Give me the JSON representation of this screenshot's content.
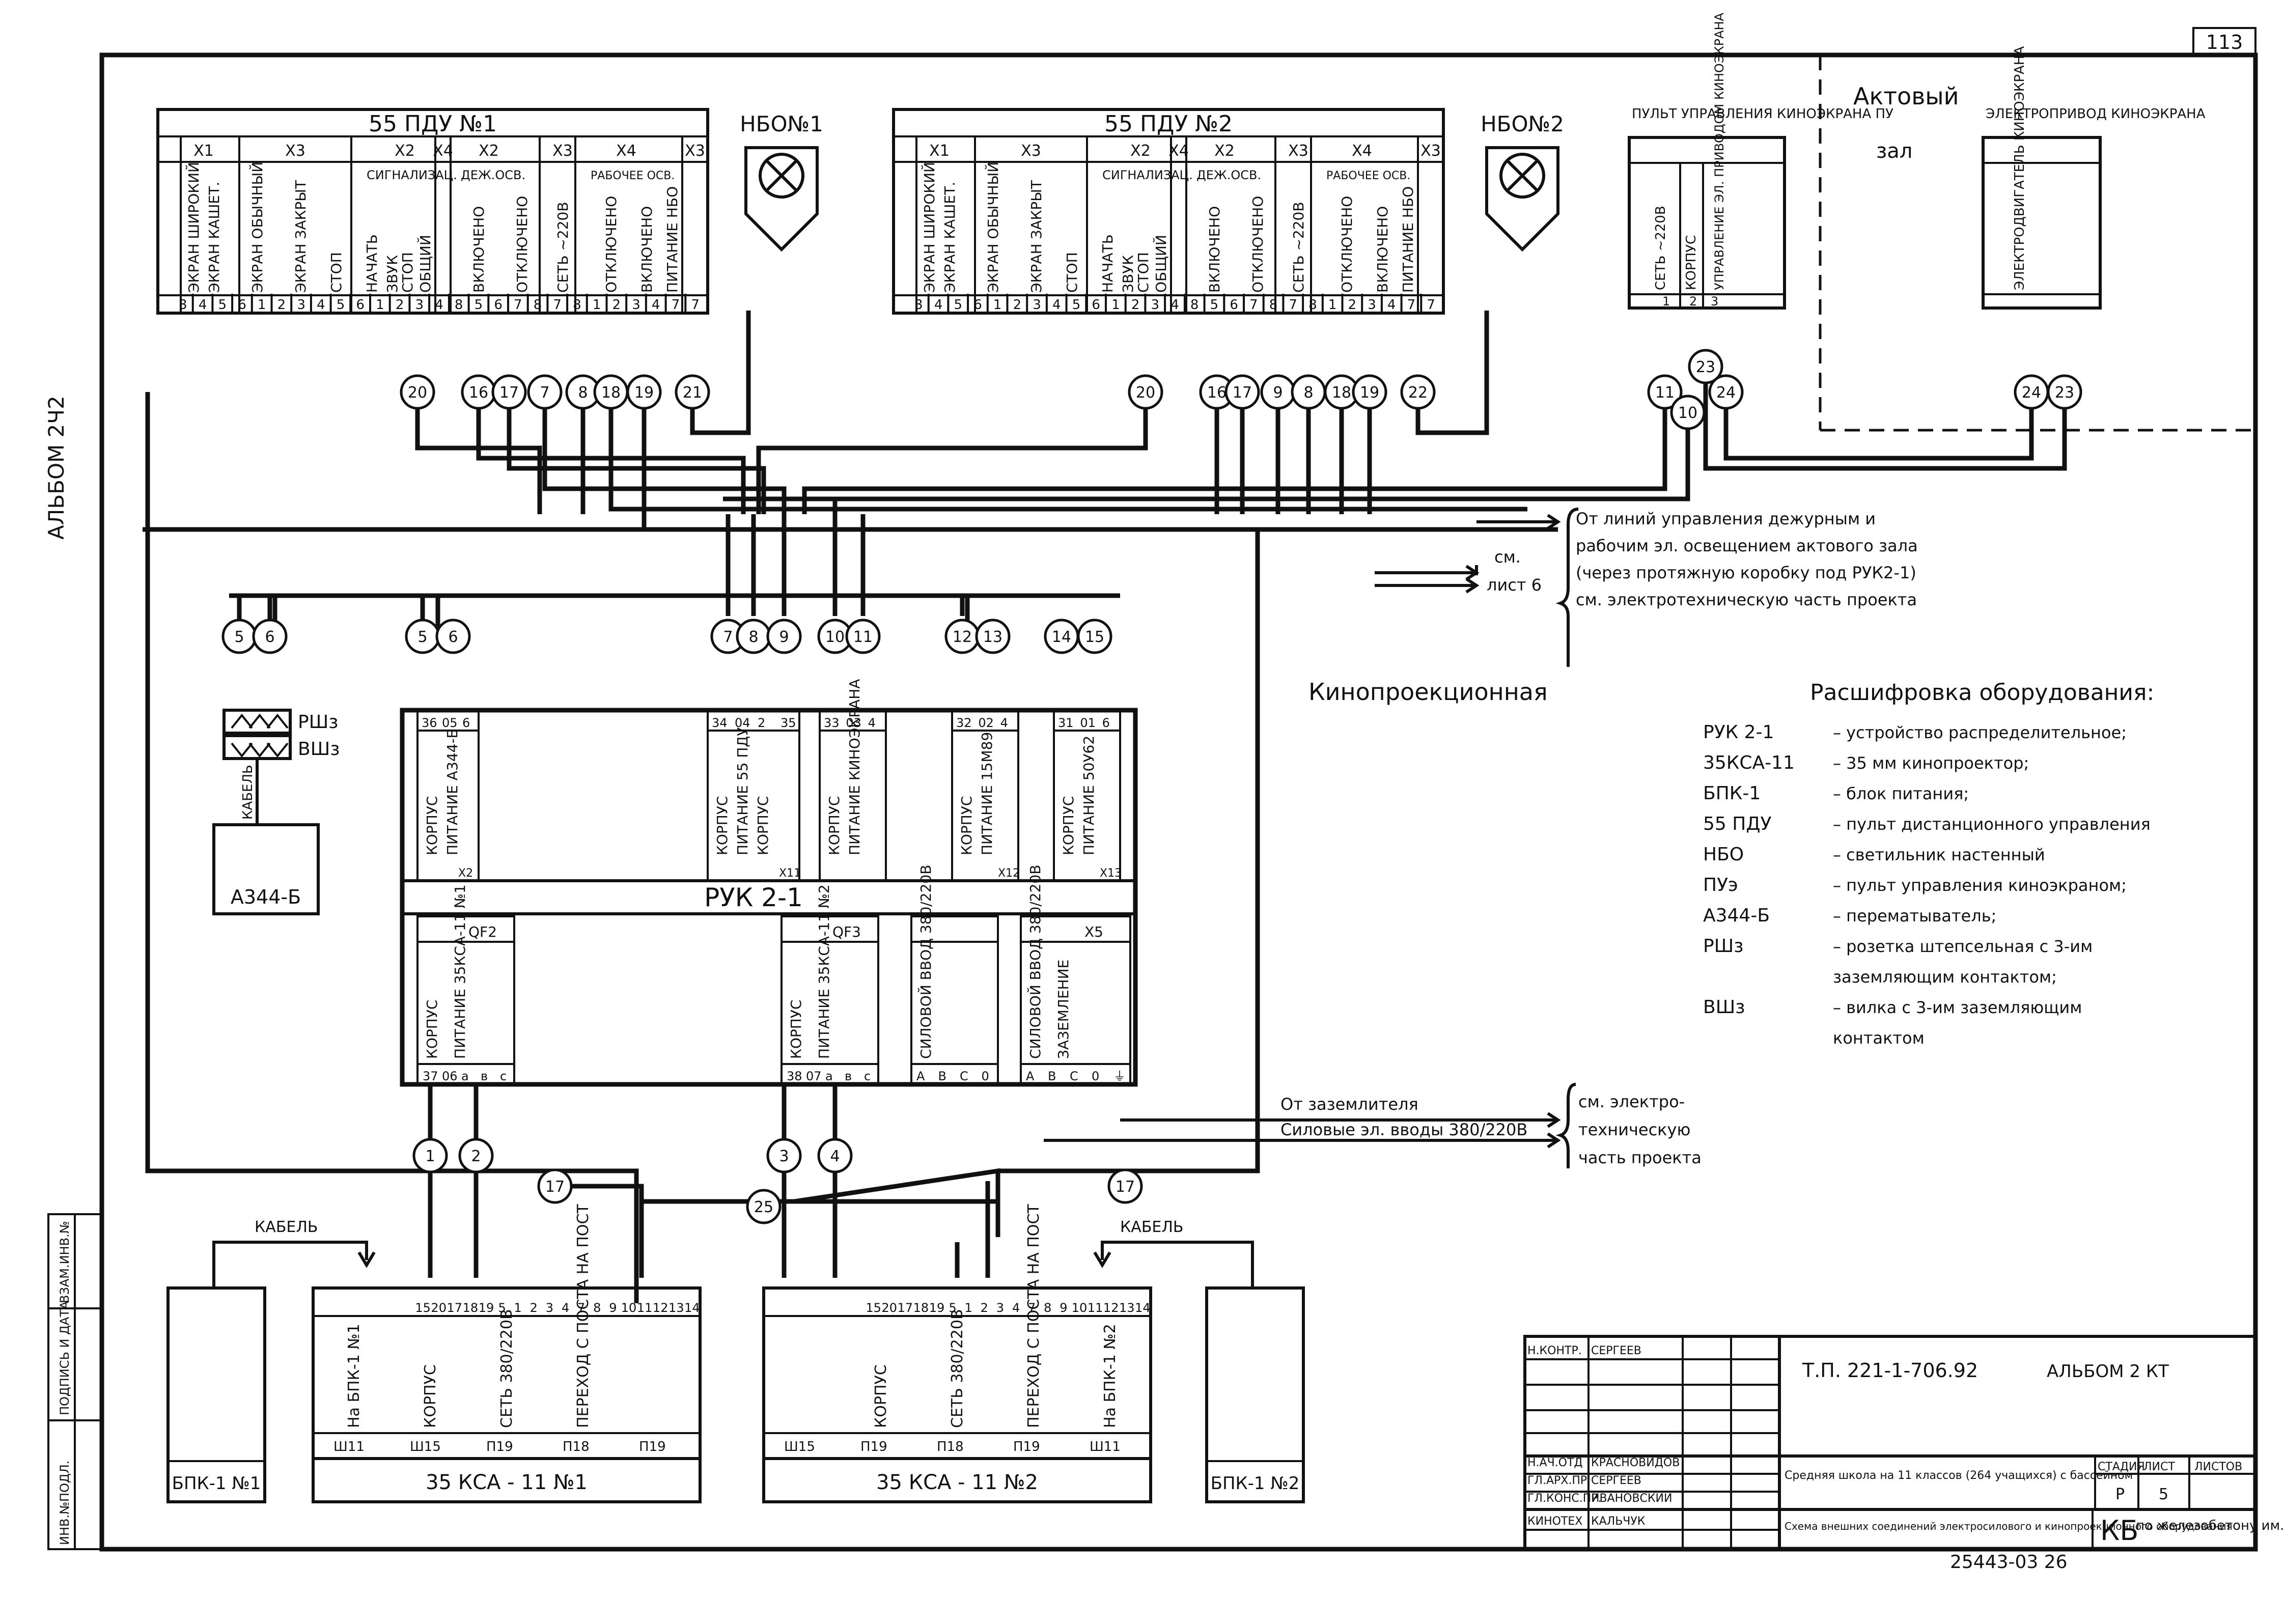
{
  "sheet": {
    "page_number": "113",
    "album_side": "АЛЬБОМ 2Ч2",
    "stamp_rows": [
      "ИНВ.№ПОДЛ.",
      "ПОДПИСЬ И ДАТА",
      "ВЗАМ.ИНВ.№"
    ],
    "bottom_id": "25443-03  26"
  },
  "pdu1": {
    "title": "55 ПДУ №1",
    "groups": [
      "X1",
      "X3",
      "X2",
      "X4",
      "X2",
      "X3",
      "X4",
      "X3"
    ],
    "sub_sig": "СИГНАЛИЗАЦ.",
    "sub_dej": "ДЕЖ.ОСВ.",
    "sub_rab": "РАБОЧЕЕ ОСВ.",
    "cols": [
      "ЭКРАН ШИРОКИЙ",
      "ЭКРАН КАШЕТ.",
      "ЭКРАН ОБЫЧНЫЙ",
      "ЭКРАН ЗАКРЫТ",
      "СТОП",
      "НАЧАТЬ",
      "ЗВУК",
      "СТОП",
      "ОБЩИЙ",
      "ВКЛЮЧЕНО",
      "ОТКЛЮЧЕНО",
      "СЕТЬ ~220В",
      "ОТКЛЮЧЕНО",
      "ВКЛЮЧЕНО",
      "ПИТАНИЕ НБО"
    ],
    "pins": [
      "3",
      "4",
      "5",
      "6",
      "1",
      "2",
      "3",
      "4",
      "5",
      "6",
      "1",
      "2",
      "3",
      "4",
      "8",
      "5",
      "6",
      "7",
      "8",
      "7",
      "8",
      "1",
      "2",
      "3",
      "4",
      "7",
      "7"
    ]
  },
  "pdu2": {
    "title": "55 ПДУ №2",
    "groups": [
      "X1",
      "X3",
      "X2",
      "X4",
      "X2",
      "X3",
      "X4",
      "X3"
    ],
    "sub_sig": "СИГНАЛИЗАЦ.",
    "sub_dej": "ДЕЖ.ОСВ.",
    "sub_rab": "РАБОЧЕЕ ОСВ.",
    "cols": [
      "ЭКРАН ШИРОКИЙ",
      "ЭКРАН КАШЕТ.",
      "ЭКРАН ОБЫЧНЫЙ",
      "ЭКРАН ЗАКРЫТ",
      "СТОП",
      "НАЧАТЬ",
      "ЗВУК",
      "СТОП",
      "ОБЩИЙ",
      "ВКЛЮЧЕНО",
      "ОТКЛЮЧЕНО",
      "СЕТЬ ~220В",
      "ОТКЛЮЧЕНО",
      "ВКЛЮЧЕНО",
      "ПИТАНИЕ НБО"
    ],
    "pins": [
      "3",
      "4",
      "5",
      "6",
      "1",
      "2",
      "3",
      "4",
      "5",
      "6",
      "1",
      "2",
      "3",
      "4",
      "8",
      "5",
      "6",
      "7",
      "8",
      "7",
      "8",
      "1",
      "2",
      "3",
      "4",
      "7",
      "7"
    ]
  },
  "nbo1": "НБО№1",
  "nbo2": "НБО№2",
  "pu_screen": {
    "title": "ПУЛЬТ УПРАВЛЕНИЯ КИНОЭКРАНА ПУ",
    "cols": [
      "СЕТЬ ~220В",
      "КОРПУС",
      "УПРАВЛЕНИЕ ЭЛ. ПРИВОДОМ КИНОЭКРАНА"
    ],
    "pins": [
      "1",
      "2",
      "3"
    ]
  },
  "hall": {
    "title": "Актовый",
    "subtitle": "зал"
  },
  "drive": {
    "title": "ЭЛЕКТРОПРИВОД КИНОЭКРАНА",
    "col": "ЭЛЕКТРОДВИГАТЕЛЬ КИНОЭКРАНА"
  },
  "wire_labels": [
    "20",
    "16",
    "17",
    "7",
    "8",
    "18",
    "19",
    "21",
    "20",
    "16",
    "17",
    "9",
    "8",
    "18",
    "19",
    "22",
    "11",
    "10",
    "23",
    "24",
    "24",
    "23",
    "5",
    "6",
    "5",
    "6",
    "7",
    "8",
    "9",
    "10",
    "11",
    "12",
    "13",
    "14",
    "15",
    "1",
    "2",
    "3",
    "4",
    "17",
    "25",
    "17"
  ],
  "notes": {
    "line1": "От линий управления дежурным и",
    "line2": "рабочим эл. освещением актового зала",
    "line3": "(через протяжную коробку под РУК2-1)",
    "line4": "см. электротехническую часть проекта",
    "see": "см.",
    "sheet6": "лист 6",
    "ground": "От заземлителя",
    "power": "Силовые эл. вводы 380/220В",
    "see_el1": "см. электро-",
    "see_el2": "техническую",
    "see_el3": "часть проекта"
  },
  "room": "Кинопроекционная",
  "ruk": {
    "title": "РУК 2-1",
    "top_blocks": [
      {
        "cols": [
          "КОРПУС",
          "ПИТАНИЕ А344-Б"
        ],
        "pins": [
          "36",
          "05",
          "6"
        ],
        "conn": "X2"
      },
      {
        "cols": [
          "КОРПУС",
          "ПИТАНИЕ 55 ПДУ",
          "КОРПУС"
        ],
        "pins": [
          "34",
          "04",
          "2",
          "35"
        ],
        "conn": "X11"
      },
      {
        "cols": [
          "КОРПУС",
          "ПИТАНИЕ КИНОЭКРАНА"
        ],
        "pins": [
          "33",
          "03",
          "4"
        ],
        "conn": ""
      },
      {
        "cols": [
          "КОРПУС",
          "ПИТАНИЕ 15М89"
        ],
        "pins": [
          "32",
          "02",
          "4"
        ],
        "conn": "X12"
      },
      {
        "cols": [
          "КОРПУС",
          "ПИТАНИЕ 50У62"
        ],
        "pins": [
          "31",
          "01",
          "6"
        ],
        "conn": "X13"
      }
    ],
    "bottom_blocks": [
      {
        "head": "QF2",
        "cols": [
          "КОРПУС",
          "ПИТАНИЕ 35КСА-11 №1"
        ],
        "pins": [
          "37",
          "06",
          "a",
          "в",
          "с"
        ]
      },
      {
        "head": "QF3",
        "cols": [
          "КОРПУС",
          "ПИТАНИЕ 35КСА-11 №2"
        ],
        "pins": [
          "38",
          "07",
          "a",
          "в",
          "с"
        ]
      },
      {
        "head": "",
        "cols": [
          "СИЛОВОЙ ВВОД 380/220В"
        ],
        "pins": [
          "А",
          "В",
          "С",
          "0"
        ]
      },
      {
        "head": "X5",
        "cols": [
          "СИЛОВОЙ ВВОД 380/220В",
          "ЗАЗЕМЛЕНИЕ"
        ],
        "pins": [
          "А",
          "В",
          "С",
          "0",
          "⏚"
        ]
      }
    ]
  },
  "rsh": "РШз",
  "vsh": "ВШз",
  "cable": "КАБЕЛЬ",
  "a344": "А344-Б",
  "legend": {
    "title": "Расшифровка оборудования:",
    "items": [
      {
        "k": "РУК 2-1",
        "v": "– устройство распределительное;"
      },
      {
        "k": "35КСА-11",
        "v": "– 35 мм кинопроектор;"
      },
      {
        "k": "БПК-1",
        "v": "– блок питания;"
      },
      {
        "k": "55 ПДУ",
        "v": "– пульт дистанционного управления"
      },
      {
        "k": "НБО",
        "v": "– светильник настенный"
      },
      {
        "k": "ПУэ",
        "v": "– пульт управления киноэкраном;"
      },
      {
        "k": "А344-Б",
        "v": "– перематыватель;"
      },
      {
        "k": "РШз",
        "v": "– розетка штепсельная с 3-им"
      },
      {
        "k": "",
        "v": "заземляющим контактом;"
      },
      {
        "k": "ВШз",
        "v": "– вилка с 3-им заземляющим"
      },
      {
        "k": "",
        "v": "контактом"
      }
    ]
  },
  "proj1": {
    "title": "35 КСА - 11 №1",
    "pins": [
      "15",
      "20",
      "17",
      "18",
      "19",
      "5",
      "1",
      "2",
      "3",
      "4",
      "7",
      "8",
      "9",
      "10",
      "11",
      "12",
      "13",
      "14"
    ],
    "cols": [
      "КОРПУС",
      "СЕТЬ 380/220В",
      "ПЕРЕХОД С ПОСТА НА ПОСТ"
    ],
    "conns": [
      "Ш11",
      "Ш15",
      "П19",
      "П18",
      "П19"
    ],
    "bpk_link": "На БПК-1 №1"
  },
  "proj2": {
    "title": "35 КСА - 11 №2",
    "pins": [
      "15",
      "20",
      "17",
      "18",
      "19",
      "5",
      "1",
      "2",
      "3",
      "4",
      "7",
      "8",
      "9",
      "10",
      "11",
      "12",
      "13",
      "14"
    ],
    "cols": [
      "КОРПУС",
      "СЕТЬ 380/220В",
      "ПЕРЕХОД С ПОСТА НА ПОСТ"
    ],
    "conns": [
      "Ш15",
      "П19",
      "П18",
      "П19",
      "Ш11"
    ],
    "bpk_link": "На БПК-1 №2"
  },
  "bpk1": "БПК-1 №1",
  "bpk2": "БПК-1 №2",
  "title_block": {
    "rows": [
      {
        "role": "Н.КОНТР.",
        "name": "СЕРГЕЕВ"
      },
      {
        "role": "Н.АЧ.ОТД",
        "name": "КРАСНОВИДОВ"
      },
      {
        "role": "ГЛ.АРХ.ПР.",
        "name": "СЕРГЕЕВ"
      },
      {
        "role": "ГЛ.КОНС.ПР.",
        "name": "ИВАНОВСКИЙ"
      },
      {
        "role": "КИНОТЕХ",
        "name": "КАЛЬЧУК"
      }
    ],
    "code": "Т.П. 221-1-706.92",
    "album": "АЛЬБОМ 2 КТ",
    "object": "Средняя школа на 11 классов (264 учащихся) с бассейном",
    "stage_h": "СТАДИЯ",
    "sheet_h": "ЛИСТ",
    "sheets_h": "ЛИСТОВ",
    "stage": "Р",
    "sheet": "5",
    "desc": "Схема внешних соединений электросилового и кинопроекционного оборудования",
    "org_logo": "КБ",
    "org": "по железобетону им. А.А. Якушева"
  }
}
